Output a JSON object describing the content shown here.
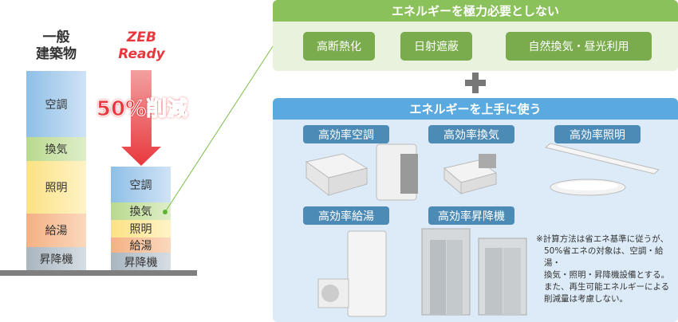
{
  "left": {
    "general_title": [
      "一般",
      "建築物"
    ],
    "zeb_title": [
      "ZEB",
      "Ready"
    ],
    "reduction_label": "50%削減",
    "general_bar": [
      "空調",
      "換気",
      "照明",
      "給湯",
      "昇降機"
    ],
    "zeb_bar": [
      "空調",
      "換気",
      "照明",
      "給湯",
      "昇降機"
    ]
  },
  "top_panel": {
    "title": "エネルギーを極力必要としない",
    "items": [
      "高断熱化",
      "日射遮蔽",
      "自然換気・昼光利用"
    ]
  },
  "bottom_panel": {
    "title": "エネルギーを上手に使う",
    "items": [
      "高効率空調",
      "高効率換気",
      "高効率照明",
      "高効率給湯",
      "高効率昇降機"
    ],
    "note": [
      "※計算方法は省エネ基準に従うが、",
      "50%省エネの対象は、空調・給湯・",
      "換気・照明・昇降機設備とする。",
      "また、再生可能エネルギーによる",
      "削減量は考慮しない。"
    ]
  },
  "colors": {
    "green_head": "#8bc15a",
    "green_body": "#e8f2dc",
    "blue_head": "#5aaae0",
    "blue_body": "#dcebf7",
    "red": "#e8383d"
  }
}
